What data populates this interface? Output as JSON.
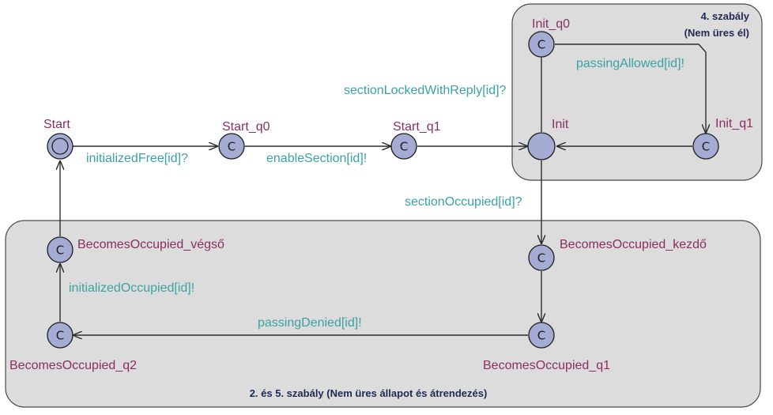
{
  "regions": {
    "rule4": {
      "title": "4. szabály",
      "subtitle": "(Nem üres él)"
    },
    "rule25": {
      "title": "2. és 5. szabály (Nem üres állapot és átrendezés)"
    }
  },
  "committed_mark": "C",
  "locations": {
    "start": "Start",
    "start_q0": "Start_q0",
    "start_q1": "Start_q1",
    "init": "Init",
    "init_q0": "Init_q0",
    "init_q1": "Init_q1",
    "bo_kezdo": "BecomesOccupied_kezdő",
    "bo_q1": "BecomesOccupied_q1",
    "bo_q2": "BecomesOccupied_q2",
    "bo_vegso": "BecomesOccupied_végső"
  },
  "syncs": {
    "initialized_free": "initializedFree[id]?",
    "enable_section": "enableSection[id]!",
    "section_locked_with_reply": "sectionLockedWithReply[id]?",
    "passing_allowed": "passingAllowed[id]!",
    "section_occupied": "sectionOccupied[id]?",
    "passing_denied": "passingDenied[id]!",
    "initialized_occupied": "initializedOccupied[id]!"
  },
  "colors": {
    "state_fill": "#a4acd3",
    "region_fill": "#dcdcdc",
    "location_label": "#8a2f5e",
    "sync_label": "#3aa3a3",
    "region_title": "#1e2a52"
  }
}
